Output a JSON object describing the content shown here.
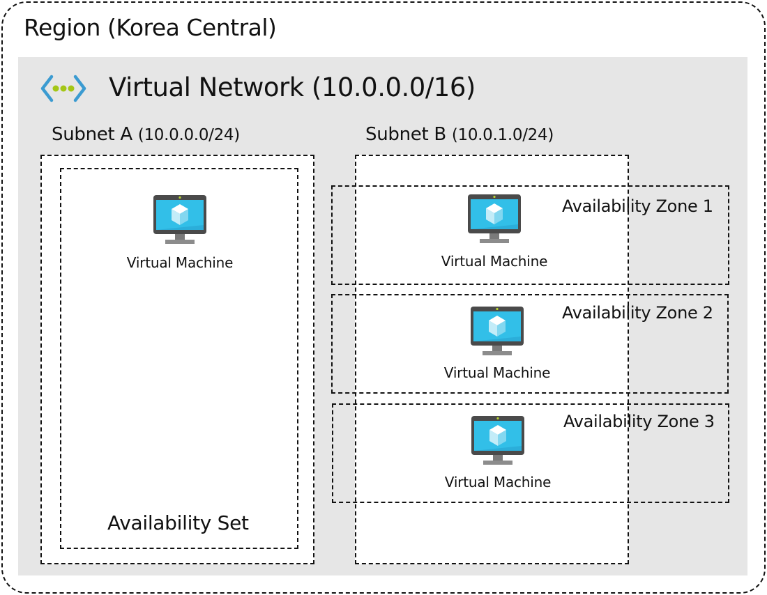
{
  "region": {
    "title": "Region (Korea Central)"
  },
  "vnet": {
    "icon": "virtual-network-icon",
    "title": "Virtual Network (10.0.0.0/16)",
    "colors": {
      "bracket": "#3b9bd1",
      "dots": "#a4c616",
      "background": "#e6e6e6"
    }
  },
  "subnets": [
    {
      "name": "Subnet A",
      "cidr": "(10.0.0.0/24)"
    },
    {
      "name": "Subnet B",
      "cidr": "(10.0.1.0/24)"
    }
  ],
  "availability_set": {
    "label": "Availability Set",
    "vm": {
      "icon": "virtual-machine-icon",
      "label": "Virtual Machine"
    }
  },
  "availability_zones": [
    {
      "label": "Availability Zone 1",
      "vm": {
        "icon": "virtual-machine-icon",
        "label": "Virtual Machine"
      }
    },
    {
      "label": "Availability Zone 2",
      "vm": {
        "icon": "virtual-machine-icon",
        "label": "Virtual Machine"
      }
    },
    {
      "label": "Availability Zone 3",
      "vm": {
        "icon": "virtual-machine-icon",
        "label": "Virtual Machine"
      }
    }
  ],
  "vm_icon_colors": {
    "screen": "#32bfe8",
    "bezel": "#4a4a4a",
    "stand": "#8c8c8c",
    "cube_top": "#ffffff",
    "cube_left": "#c3ecf8",
    "cube_right": "#83d7f0",
    "led": "#b8d432"
  }
}
